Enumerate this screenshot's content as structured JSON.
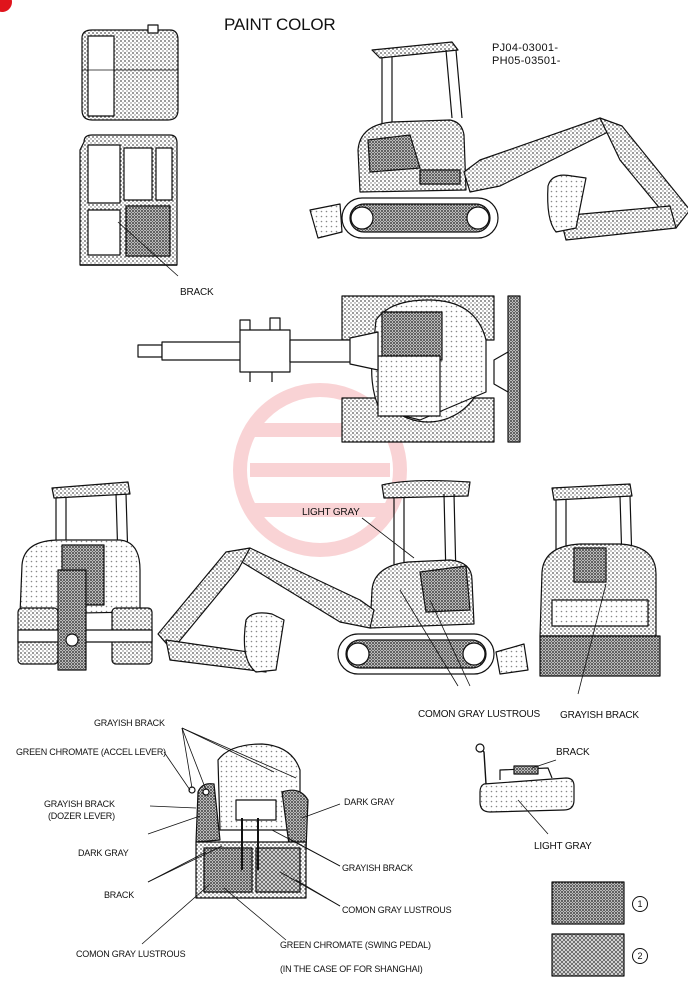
{
  "title": "PAINT COLOR",
  "serials": [
    "PJ04-03001-",
    "PH05-03501-"
  ],
  "labels": {
    "brack_cab": "BRACK",
    "light_gray_top": "LIGHT GRAY",
    "comon_gray_lustrous_side": "COMON GRAY LUSTROUS",
    "grayish_brack_rear": "GRAYISH BRACK",
    "grayish_brack_top": "GRAYISH BRACK",
    "green_chromate_accel": "GREEN CHROMATE  (ACCEL LEVER)",
    "grayish_brack_dozer_1": "GRAYISH BRACK",
    "grayish_brack_dozer_2": "(DOZER LEVER)",
    "dark_gray_left": "DARK GRAY",
    "brack_left": "BRACK",
    "comon_gray_lustrous_bottom": "COMON GRAY LUSTROUS",
    "dark_gray_right": "DARK GRAY",
    "grayish_brack_right": "GRAYISH BRACK",
    "comon_gray_lustrous_right": "COMON GRAY LUSTROUS",
    "green_chromate_swing": "GREEN CHROMATE  (SWING PEDAL)",
    "shanghai_note": "(IN THE CASE OF FOR SHANGHAI)",
    "brack_lever": "BRACK",
    "light_gray_lever": "LIGHT GRAY"
  },
  "legend": [
    "1",
    "2"
  ]
}
